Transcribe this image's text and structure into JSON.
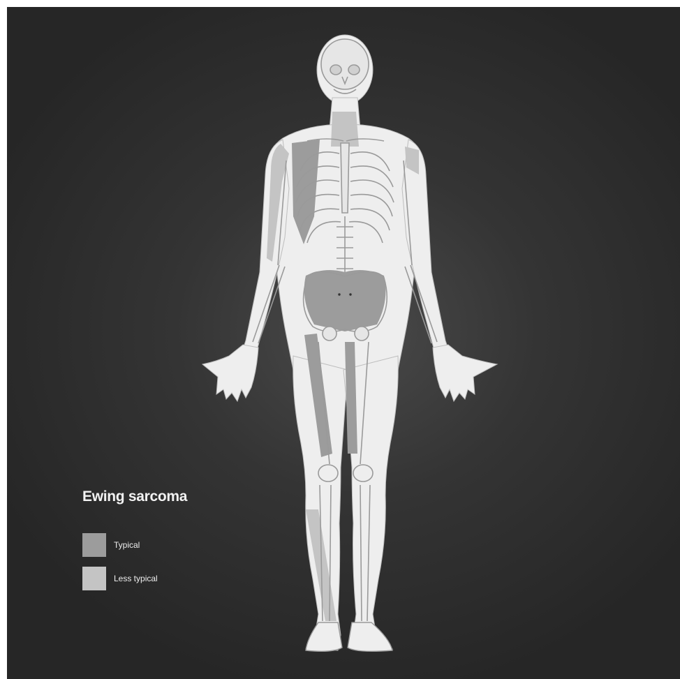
{
  "legend": {
    "title": "Ewing sarcoma",
    "items": [
      {
        "label": "Typical",
        "color": "#9c9c9c"
      },
      {
        "label": "Less typical",
        "color": "#c4c4c4"
      }
    ]
  },
  "colors": {
    "background": "#2e2e2e",
    "body": "#eeeeee",
    "bone": "#d6d6d6",
    "outline": "#9a9a9a"
  }
}
